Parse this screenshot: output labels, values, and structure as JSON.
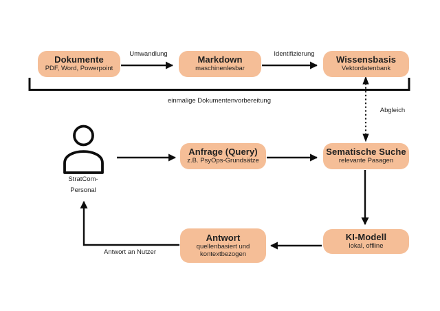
{
  "diagram": {
    "boxes": {
      "dokumente": {
        "title": "Dokumente",
        "subtitle": "PDF, Word, Powerpoint"
      },
      "markdown": {
        "title": "Markdown",
        "subtitle": "maschinenlesbar"
      },
      "wissensbasis": {
        "title": "Wissensbasis",
        "subtitle": "Vektordatenbank"
      },
      "anfrage": {
        "title": "Anfrage (Query)",
        "subtitle": "z.B. PsyOps-Grundsätze"
      },
      "suche": {
        "title": "Sematische Suche",
        "subtitle": "relevante Pasagen"
      },
      "ki_modell": {
        "title": "KI-Modell",
        "subtitle": "lokal, offline"
      },
      "antwort": {
        "title": "Antwort",
        "subtitle": "quellenbasiert und kontextbezogen"
      }
    },
    "labels": {
      "umwandlung": "Umwandlung",
      "identifizierung": "Identifizierung",
      "vorbereitung": "einmalige Dokumentenvorbereitung",
      "abgleich": "Abgleich",
      "actor_line1": "StratCom-",
      "actor_line2": "Personal",
      "antwort_an_nutzer": "Antwort an Nutzer"
    },
    "colors": {
      "node_fill": "#f5be97",
      "line": "#0d0d0d",
      "text": "#1f1f1f",
      "background": "#ffffff"
    }
  }
}
